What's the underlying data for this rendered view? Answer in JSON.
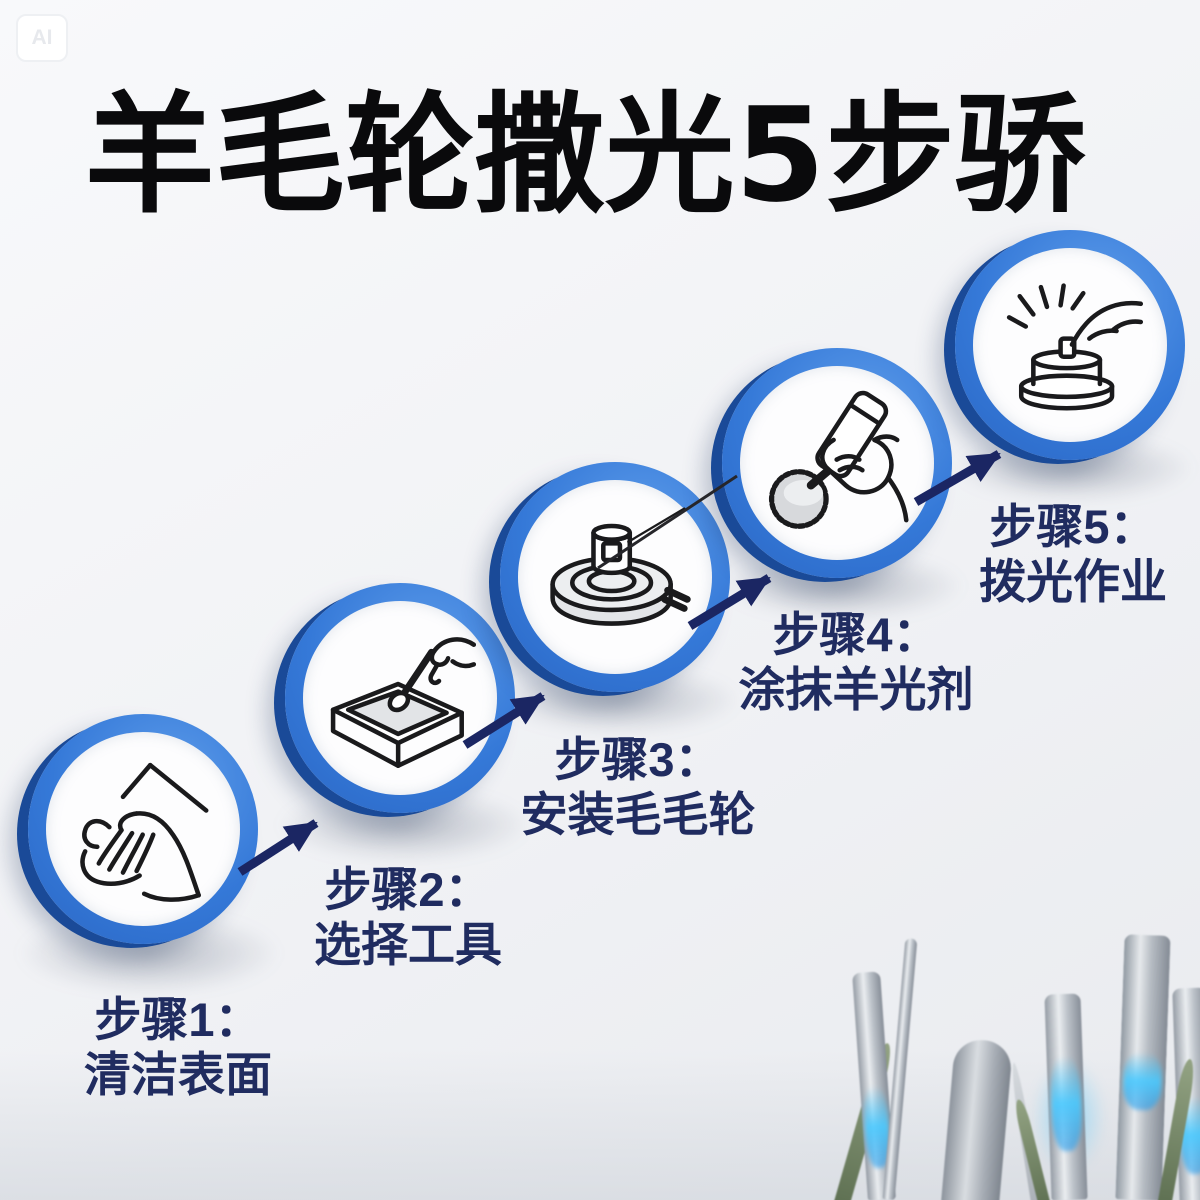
{
  "badge": {
    "label": "AI"
  },
  "title": {
    "text": "羊毛轮撒光5步骄"
  },
  "steps": [
    {
      "number": "1",
      "line1": "步骤1：",
      "line2": "清洁表面",
      "icon": "hands-wiping-surface-icon"
    },
    {
      "number": "2",
      "line1": "步骤2：",
      "line2": "选择工具",
      "icon": "hand-swab-tool-icon"
    },
    {
      "number": "3",
      "line1": "步骤3：",
      "line2": "安装毛毛轮",
      "icon": "wool-wheel-assembly-icon"
    },
    {
      "number": "4",
      "line1": "步骤4：",
      "line2": "涂抹羊光剂",
      "icon": "apply-polish-tube-icon"
    },
    {
      "number": "5",
      "line1": "步骤5：",
      "line2": "拨光作业",
      "icon": "finger-press-polisher-icon"
    }
  ],
  "arrow_count": 4,
  "colors": {
    "ring_blue": "#3579d8",
    "ring_blue_dark": "#1a4a98",
    "label_navy": "#202c60",
    "arrow_navy": "#1b2663",
    "title_black": "#0a0a0c",
    "background_light": "#f2f3f6",
    "glow_cyan": "#46c8ff"
  }
}
